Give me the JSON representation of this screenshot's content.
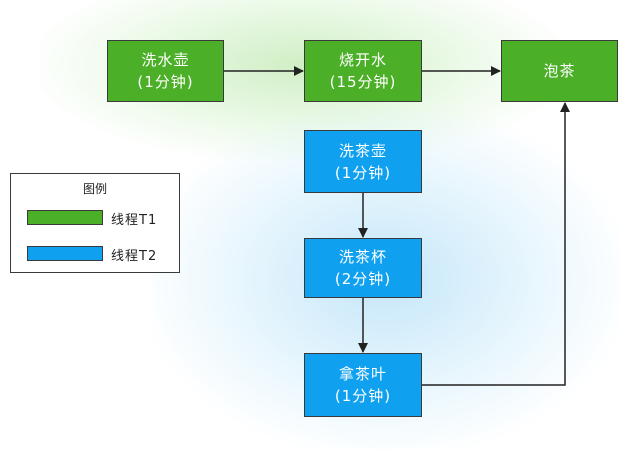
{
  "legend": {
    "title": "图例",
    "items": [
      {
        "label": "线程T1",
        "color": "#4caf28"
      },
      {
        "label": "线程T2",
        "color": "#0fa0f0"
      }
    ]
  },
  "nodes": {
    "wash_kettle": {
      "name": "洗水壶",
      "duration": "(1分钟)",
      "thread": "T1"
    },
    "boil_water": {
      "name": "烧开水",
      "duration": "(15分钟)",
      "thread": "T1"
    },
    "make_tea": {
      "name": "泡茶",
      "thread": "T1"
    },
    "wash_teapot": {
      "name": "洗茶壶",
      "duration": "(1分钟)",
      "thread": "T2"
    },
    "wash_cups": {
      "name": "洗茶杯",
      "duration": "(2分钟)",
      "thread": "T2"
    },
    "get_tea_leaves": {
      "name": "拿茶叶",
      "duration": "(1分钟)",
      "thread": "T2"
    }
  },
  "edges": [
    {
      "from": "wash_kettle",
      "to": "boil_water"
    },
    {
      "from": "boil_water",
      "to": "make_tea"
    },
    {
      "from": "wash_teapot",
      "to": "wash_cups"
    },
    {
      "from": "wash_cups",
      "to": "get_tea_leaves"
    },
    {
      "from": "get_tea_leaves",
      "to": "make_tea"
    }
  ]
}
